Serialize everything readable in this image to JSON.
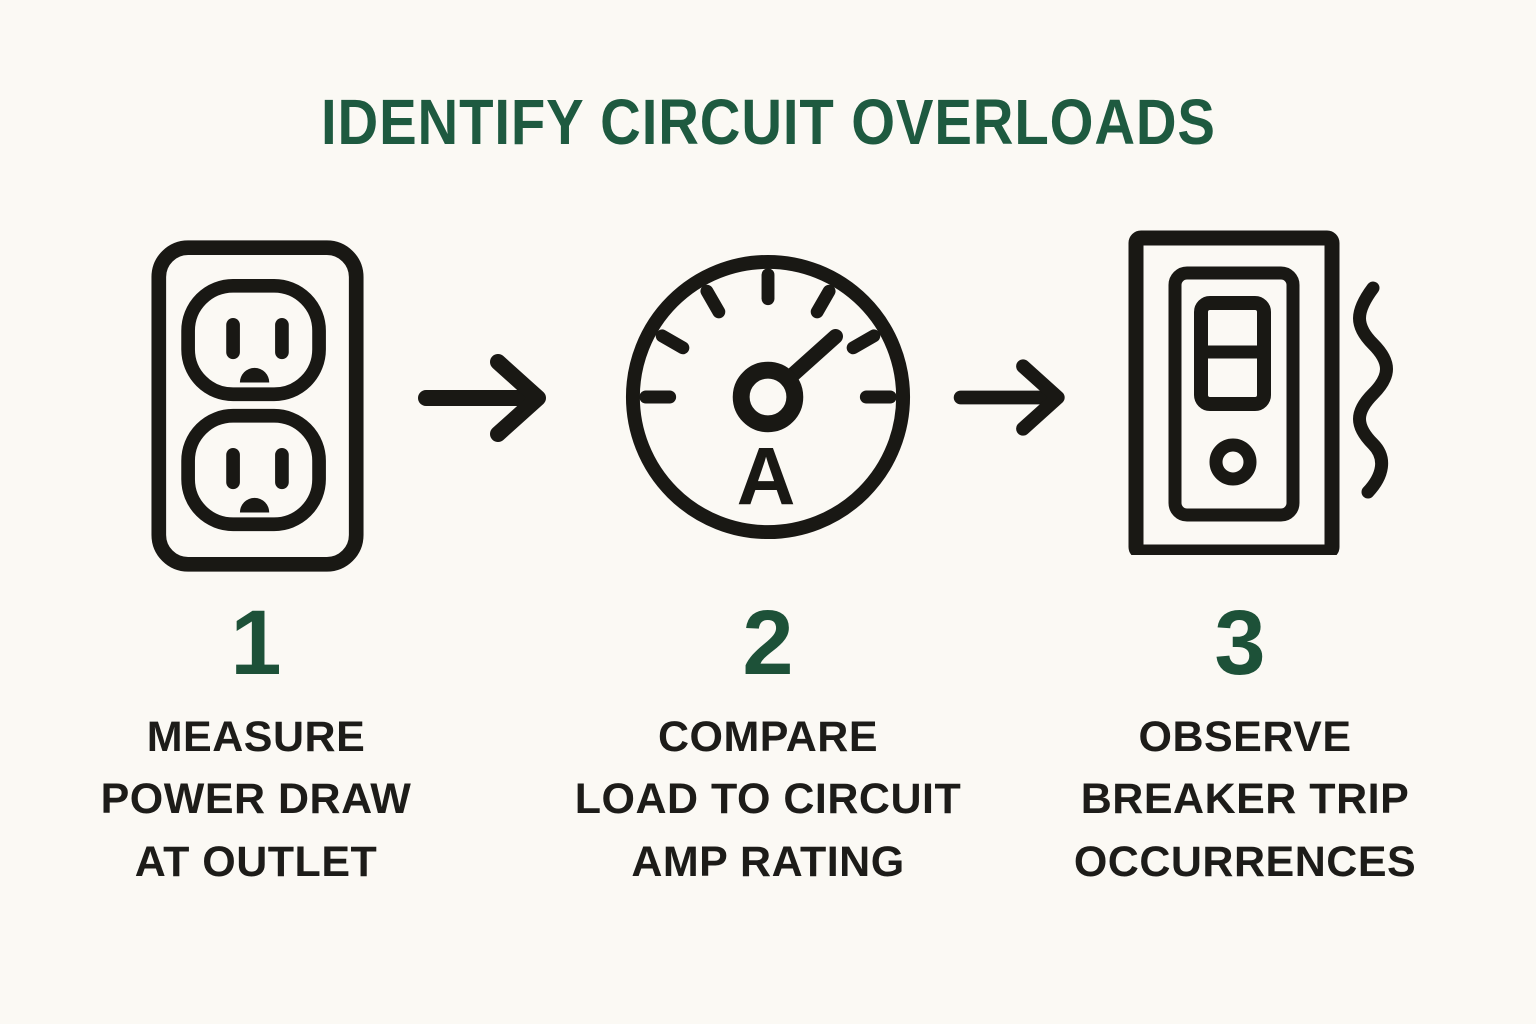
{
  "page": {
    "background_color": "#fbf9f4",
    "accent_green_title": "#1e5a40",
    "accent_green_numbers": "#1d5138",
    "ink_color": "#191814"
  },
  "title": "IDENTIFY CIRCUIT OVERLOADS",
  "steps": [
    {
      "number": "1",
      "icon": "power-outlet-icon",
      "lines": [
        "MEASURE",
        "POWER DRAW",
        "AT OUTLET"
      ]
    },
    {
      "number": "2",
      "icon": "ammeter-gauge-icon",
      "gauge_letter": "A",
      "lines": [
        "COMPARE",
        "LOAD TO CIRCUIT",
        "AMP RATING"
      ]
    },
    {
      "number": "3",
      "icon": "breaker-switch-icon",
      "lines": [
        "OBSERVE",
        "BREAKER TRIP",
        "OCCURRENCES"
      ]
    }
  ],
  "connectors": [
    {
      "icon": "right-arrow-icon"
    },
    {
      "icon": "right-arrow-icon"
    }
  ]
}
